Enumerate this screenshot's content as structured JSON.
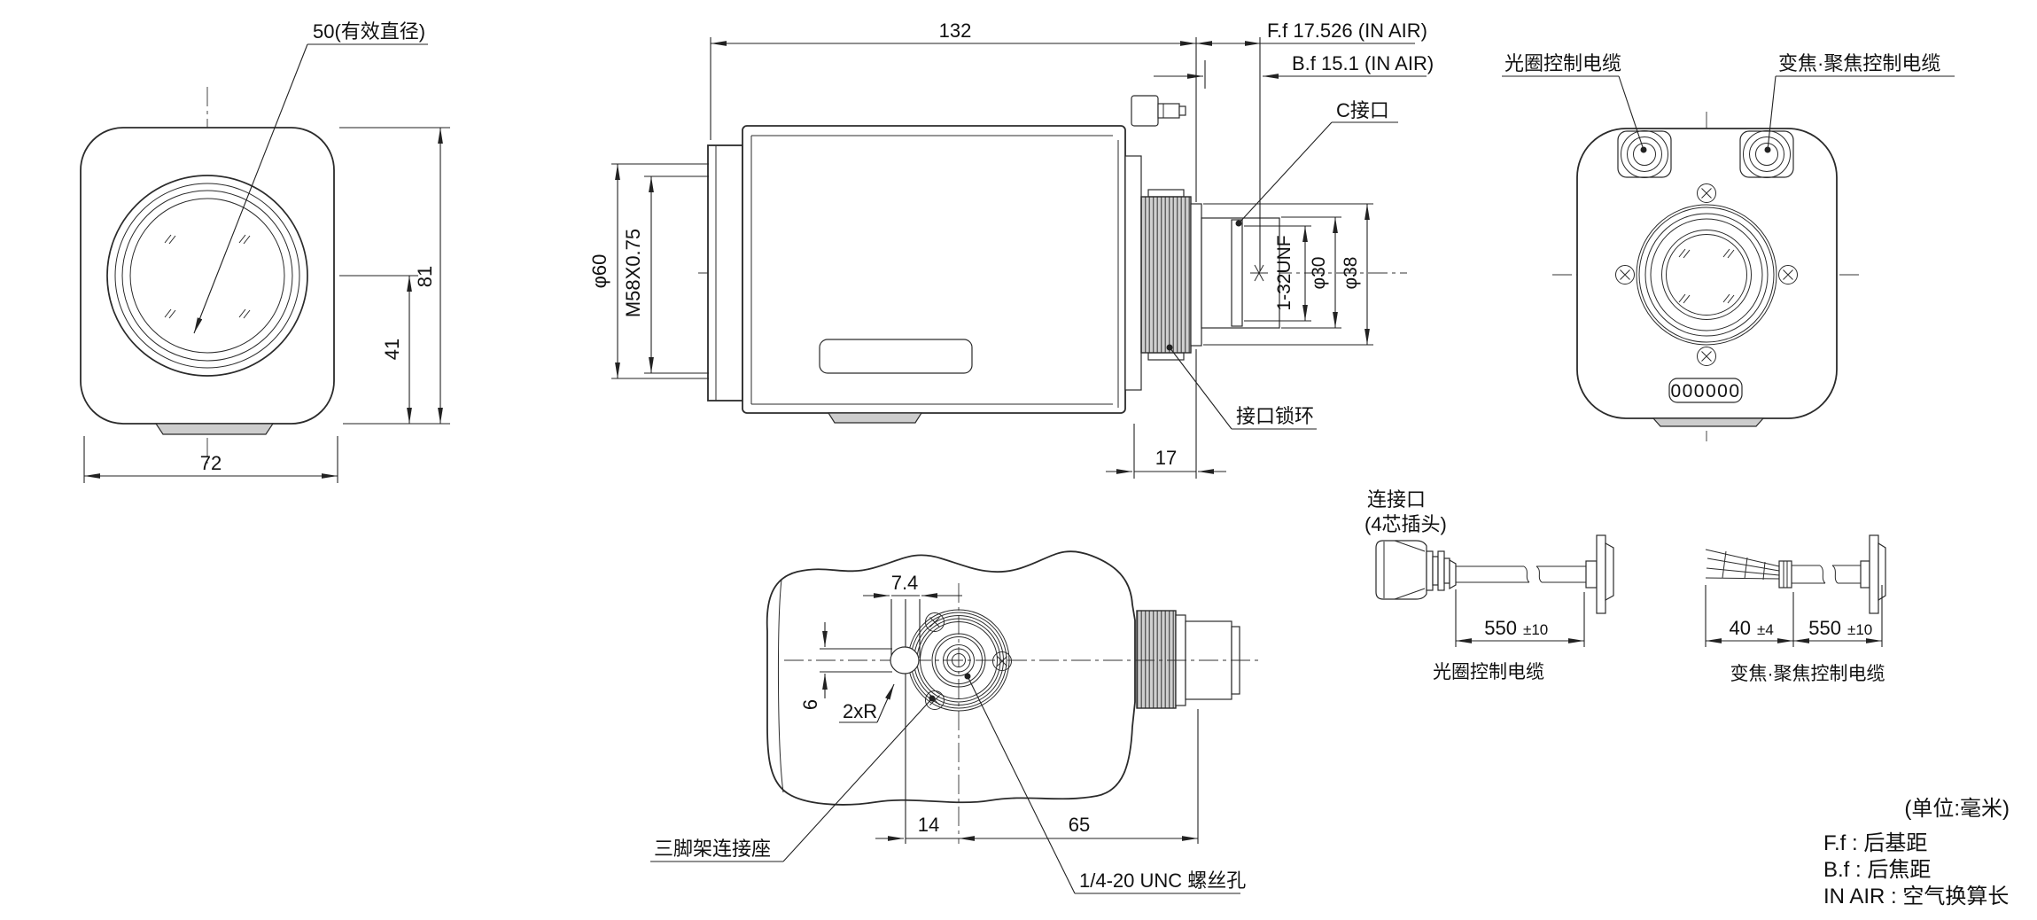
{
  "front_view": {
    "effective_diameter_label": "50(有效直径)",
    "dim_height_total": "81",
    "dim_height_axis": "41",
    "dim_width": "72"
  },
  "side_view": {
    "dim_length": "132",
    "dim_ff": "F.f 17.526 (IN AIR)",
    "dim_bf": "B.f 15.1 (IN AIR)",
    "label_c_mount": "C接口",
    "dim_front_diameter": "φ60",
    "dim_front_thread": "M58X0.75",
    "dim_mount_thread": "1-32UNF",
    "dim_dia_30": "φ30",
    "dim_dia_38": "φ38",
    "label_lock_ring": "接口锁环",
    "dim_rear_length": "17"
  },
  "rear_view": {
    "label_iris_cable": "光圈控制电缆",
    "label_zoom_focus_cable": "变焦·聚焦控制电缆",
    "serial_number": "000000"
  },
  "bottom_view": {
    "dim_slot_offset": "7.4",
    "dim_slot_width": "6",
    "label_slot_radius": "2xR",
    "dim_center_offset": "14",
    "dim_rear_offset": "65",
    "label_tripod_mount": "三脚架连接座",
    "label_screw_hole": "1/4-20 UNC 螺丝孔"
  },
  "cables": {
    "connector_label_line1": "连接口",
    "connector_label_line2": "(4芯插头)",
    "iris": {
      "length_value": "550",
      "length_tol": "±10",
      "name": "光圈控制电缆"
    },
    "zoom_focus": {
      "bare_value": "40",
      "bare_tol": "±4",
      "length_value": "550",
      "length_tol": "±10",
      "name": "变焦·聚焦控制电缆"
    }
  },
  "notes": {
    "units": "(单位:毫米)",
    "ff": "F.f : 后基距",
    "bf": "B.f : 后焦距",
    "in_air": "IN AIR : 空气换算长"
  }
}
